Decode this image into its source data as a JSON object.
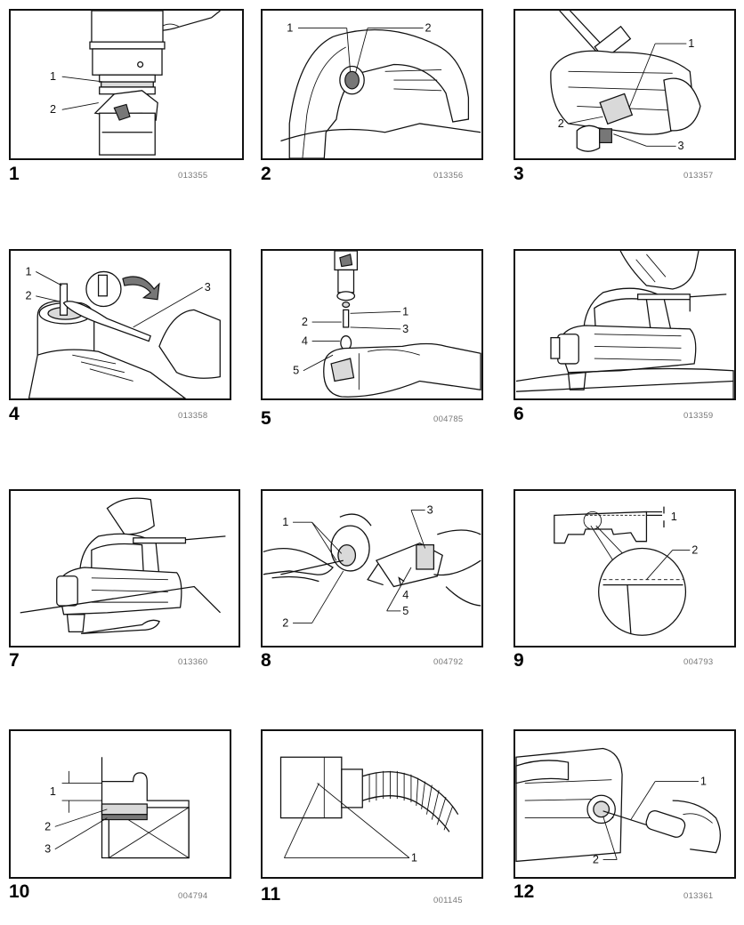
{
  "figures": [
    {
      "number": "1",
      "code": "013355",
      "callouts": [
        "1",
        "2"
      ]
    },
    {
      "number": "2",
      "code": "013356",
      "callouts": [
        "1",
        "2"
      ]
    },
    {
      "number": "3",
      "code": "013357",
      "callouts": [
        "1",
        "2",
        "3"
      ]
    },
    {
      "number": "4",
      "code": "013358",
      "callouts": [
        "1",
        "2",
        "3"
      ]
    },
    {
      "number": "5",
      "code": "004785",
      "callouts": [
        "1",
        "2",
        "3",
        "4",
        "5"
      ]
    },
    {
      "number": "6",
      "code": "013359",
      "callouts": []
    },
    {
      "number": "7",
      "code": "013360",
      "callouts": []
    },
    {
      "number": "8",
      "code": "004792",
      "callouts": [
        "1",
        "2",
        "3",
        "4",
        "5"
      ]
    },
    {
      "number": "9",
      "code": "004793",
      "callouts": [
        "1",
        "2"
      ]
    },
    {
      "number": "10",
      "code": "004794",
      "callouts": [
        "1",
        "2",
        "3"
      ]
    },
    {
      "number": "11",
      "code": "001145",
      "callouts": [
        "1"
      ]
    },
    {
      "number": "12",
      "code": "013361",
      "callouts": [
        "1",
        "2"
      ]
    }
  ]
}
